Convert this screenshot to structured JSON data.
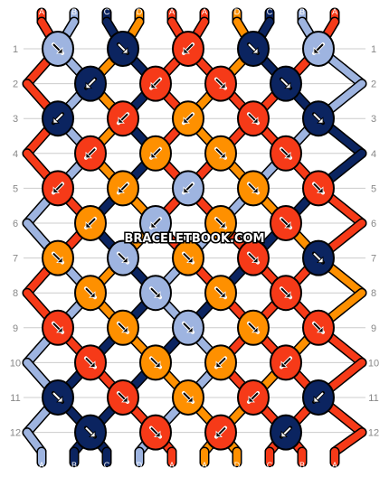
{
  "colors": {
    "A": "#f63a18",
    "B": "#9eb4e0",
    "C": "#0b2460",
    "D": "#fe9000",
    "outline": "#000000",
    "row_line": "#cccccc",
    "row_label": "#888888"
  },
  "top_strings": [
    "A",
    "B",
    "C",
    "D",
    "A",
    "A",
    "D",
    "C",
    "B",
    "A"
  ],
  "bottom_strings": [
    "A",
    "B",
    "C",
    "D",
    "A",
    "A",
    "D",
    "C",
    "B",
    "A"
  ],
  "row_labels": [
    "1",
    "2",
    "3",
    "4",
    "5",
    "6",
    "7",
    "8",
    "9",
    "10",
    "11",
    "12"
  ],
  "knots": [
    [
      {
        "c": "B",
        "d": "SE"
      },
      {
        "c": "C",
        "d": "SE"
      },
      {
        "c": "A",
        "d": "SW"
      },
      {
        "c": "C",
        "d": "SE"
      },
      {
        "c": "B",
        "d": "SW"
      }
    ],
    [
      {
        "c": "C",
        "d": "SW"
      },
      {
        "c": "A",
        "d": "SW"
      },
      {
        "c": "A",
        "d": "SE"
      },
      {
        "c": "C",
        "d": "SE"
      }
    ],
    [
      {
        "c": "C",
        "d": "SW"
      },
      {
        "c": "A",
        "d": "SW"
      },
      {
        "c": "D",
        "d": "SW"
      },
      {
        "c": "A",
        "d": "SE"
      },
      {
        "c": "C",
        "d": "SE"
      }
    ],
    [
      {
        "c": "A",
        "d": "SW"
      },
      {
        "c": "D",
        "d": "SW"
      },
      {
        "c": "D",
        "d": "SE"
      },
      {
        "c": "A",
        "d": "SE"
      }
    ],
    [
      {
        "c": "A",
        "d": "SW"
      },
      {
        "c": "D",
        "d": "SW"
      },
      {
        "c": "B",
        "d": "SW"
      },
      {
        "c": "D",
        "d": "SE"
      },
      {
        "c": "A",
        "d": "SE"
      }
    ],
    [
      {
        "c": "D",
        "d": "SW"
      },
      {
        "c": "B",
        "d": "SW"
      },
      {
        "c": "D",
        "d": "SE"
      },
      {
        "c": "A",
        "d": "SE"
      }
    ],
    [
      {
        "c": "D",
        "d": "SE"
      },
      {
        "c": "B",
        "d": "SE"
      },
      {
        "c": "D",
        "d": "SE"
      },
      {
        "c": "A",
        "d": "SE"
      },
      {
        "c": "C",
        "d": "SE"
      }
    ],
    [
      {
        "c": "D",
        "d": "SE"
      },
      {
        "c": "B",
        "d": "SE"
      },
      {
        "c": "D",
        "d": "SE"
      },
      {
        "c": "A",
        "d": "SE"
      }
    ],
    [
      {
        "c": "A",
        "d": "SE"
      },
      {
        "c": "D",
        "d": "SE"
      },
      {
        "c": "B",
        "d": "SE"
      },
      {
        "c": "D",
        "d": "SE"
      },
      {
        "c": "A",
        "d": "SE"
      }
    ],
    [
      {
        "c": "A",
        "d": "SE"
      },
      {
        "c": "D",
        "d": "SE"
      },
      {
        "c": "D",
        "d": "SW"
      },
      {
        "c": "A",
        "d": "SW"
      }
    ],
    [
      {
        "c": "C",
        "d": "SE"
      },
      {
        "c": "A",
        "d": "SE"
      },
      {
        "c": "D",
        "d": "SE"
      },
      {
        "c": "A",
        "d": "SW"
      },
      {
        "c": "C",
        "d": "SW"
      }
    ],
    [
      {
        "c": "C",
        "d": "SE"
      },
      {
        "c": "A",
        "d": "SE"
      },
      {
        "c": "A",
        "d": "SW"
      },
      {
        "c": "C",
        "d": "SW"
      }
    ]
  ],
  "watermark": "BRACELETBOOK.COM"
}
